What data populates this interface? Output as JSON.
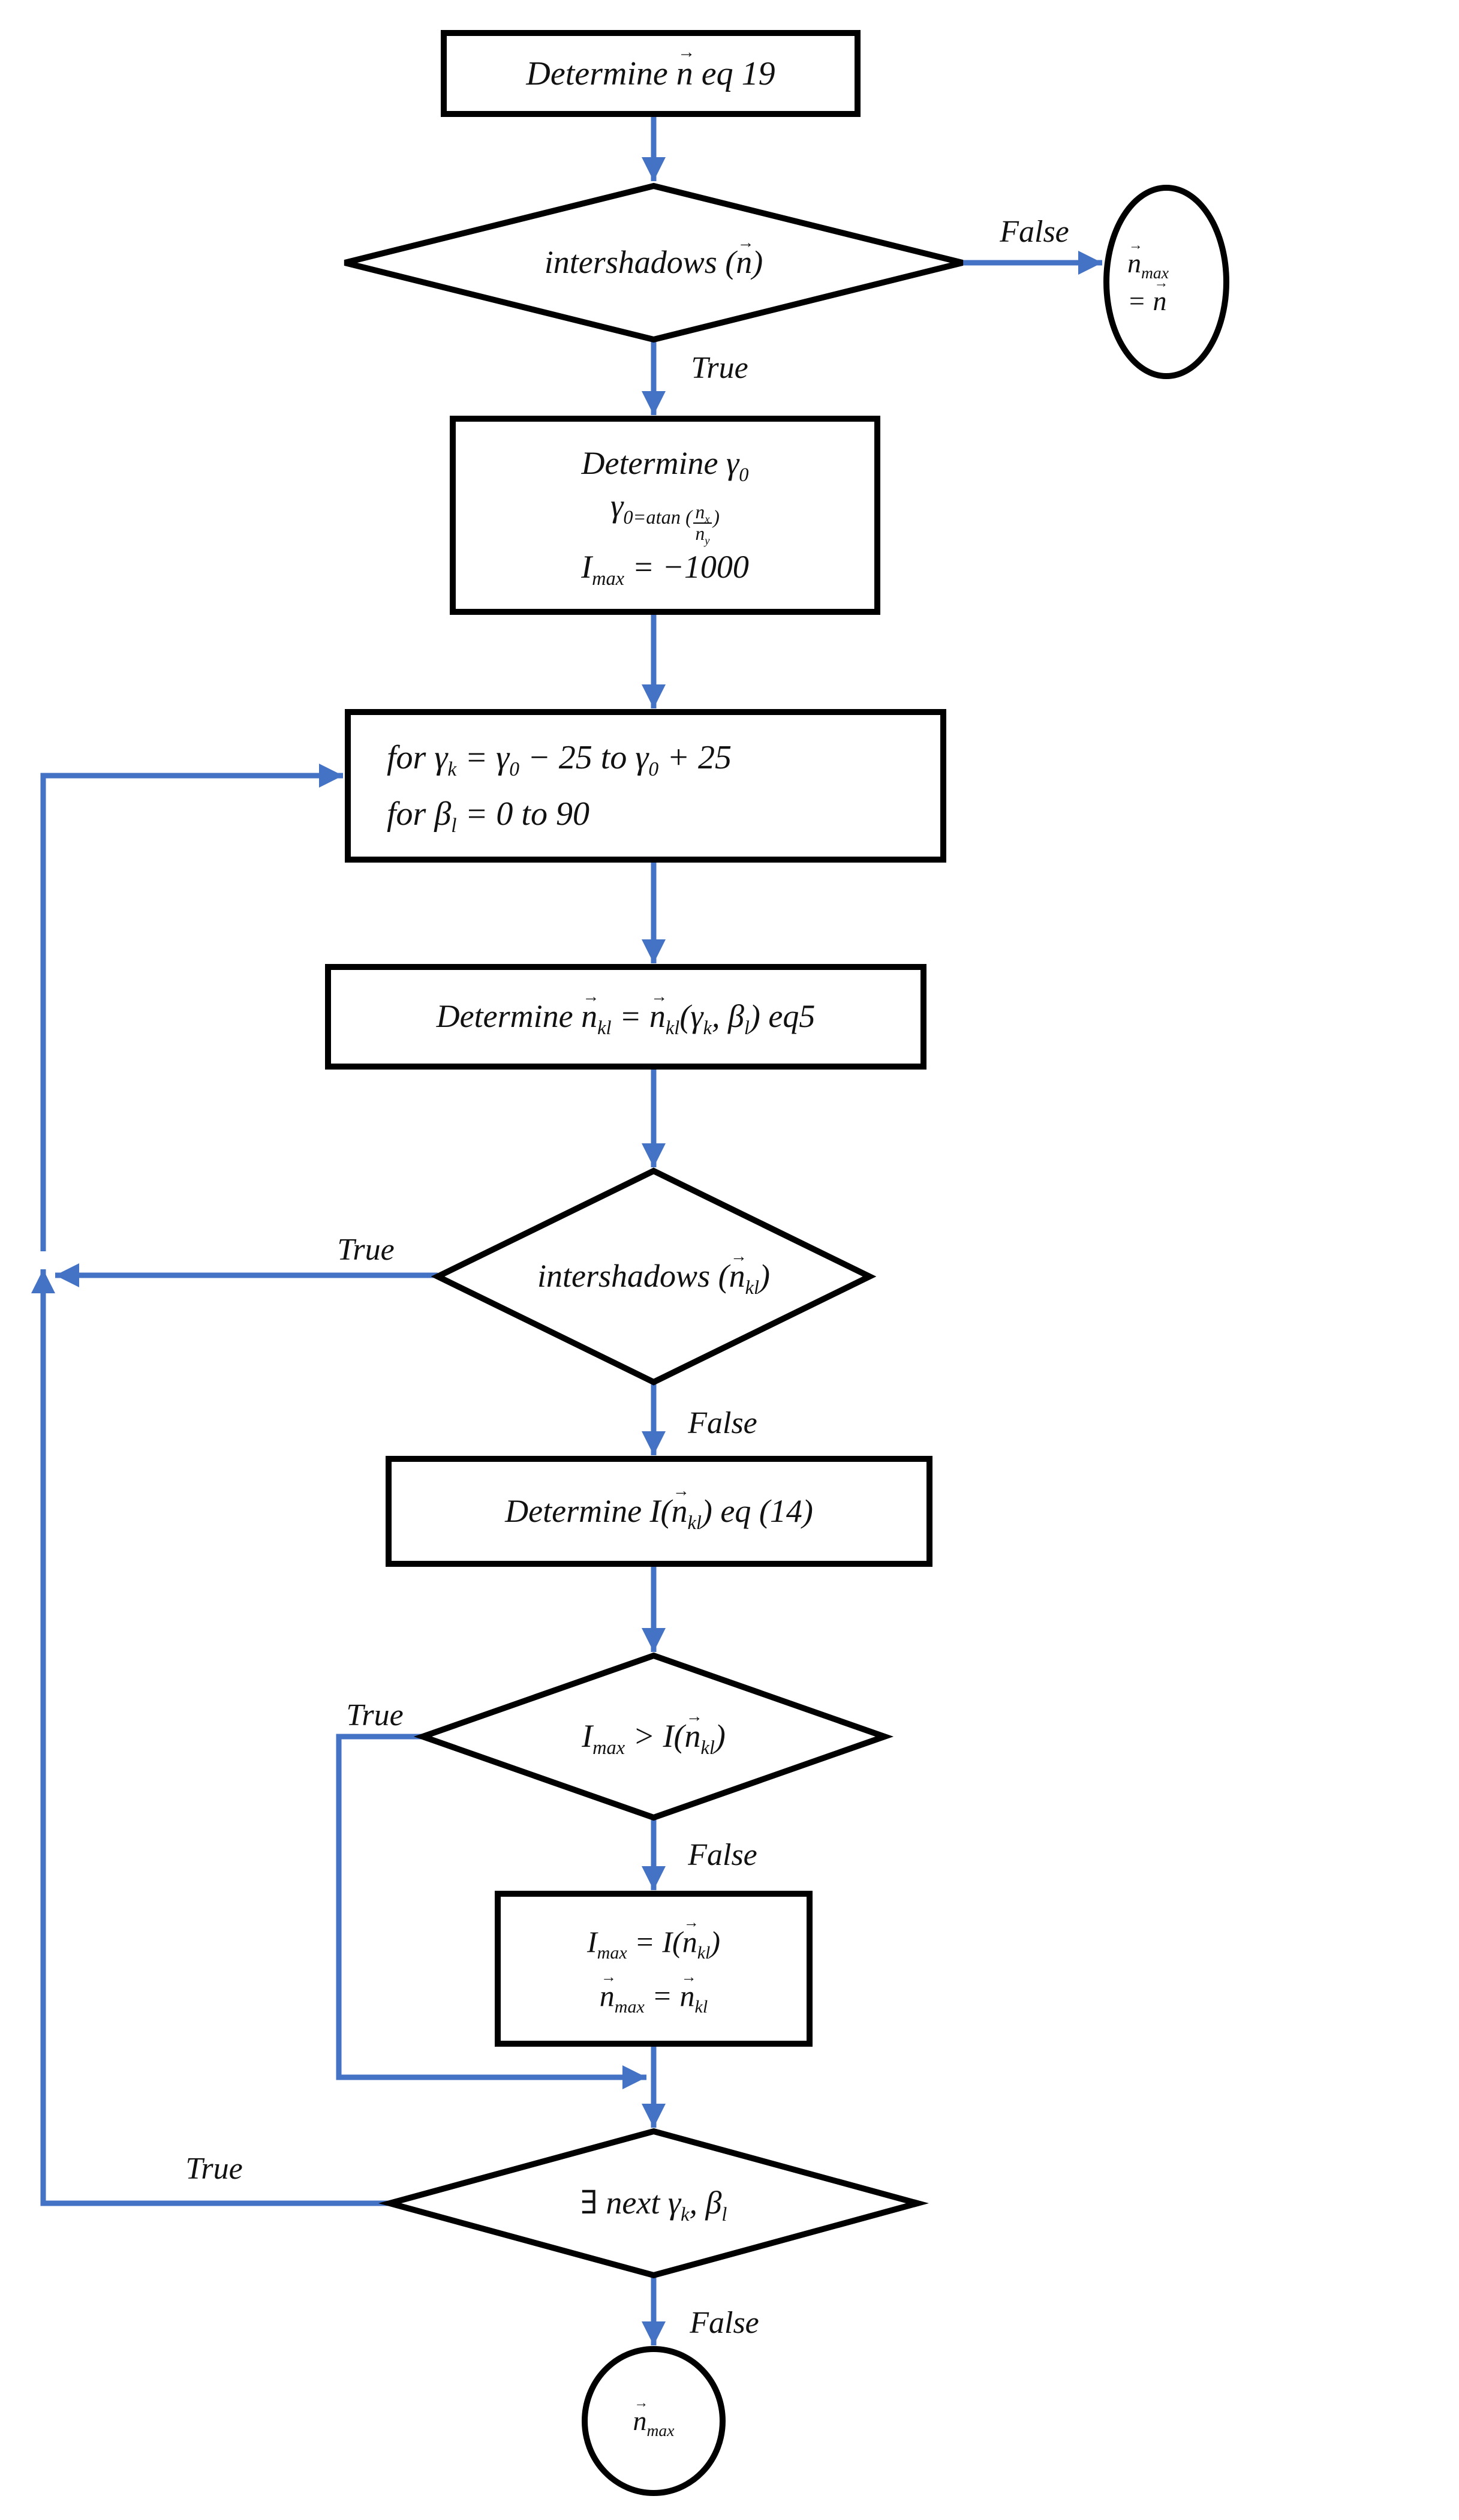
{
  "diagram": {
    "type": "flowchart",
    "colors": {
      "connector": "#4472C4",
      "shape_border": "#000000",
      "background": "#ffffff"
    },
    "notation": {
      "vector_arrow": "→"
    },
    "nodes": {
      "start_box": {
        "shape": "rectangle",
        "text_plain": "Determine n eq 19",
        "lines": [
          [
            {
              "t": "Determine "
            },
            {
              "vec": "n"
            },
            {
              "t": " eq 19"
            }
          ]
        ]
      },
      "intershadows_n_decision": {
        "shape": "diamond",
        "text_plain": "intershadows (n)",
        "lines": [
          [
            {
              "t": "intershadows ("
            },
            {
              "vec": "n"
            },
            {
              "t": ")"
            }
          ]
        ]
      },
      "nmax_equals_n_terminal": {
        "shape": "circle",
        "text_plain": "nmax = n",
        "lines": [
          [
            {
              "vec": "n",
              "sub": "max"
            }
          ],
          [
            {
              "t": "= "
            },
            {
              "vec": "n"
            }
          ]
        ]
      },
      "init_gamma0_box": {
        "shape": "rectangle",
        "text_plain": "Determine γ0 ; γ0=atan(nx/ny) ; Imax = −1000",
        "lines": [
          [
            {
              "t": "Determine γ"
            },
            {
              "sub": "0"
            }
          ],
          [
            {
              "t": "γ"
            },
            {
              "sub": "0=atan ("
            },
            {
              "frac": {
                "num": [
                  {
                    "t": "n"
                  },
                  {
                    "sub": "x"
                  }
                ],
                "den": [
                  {
                    "t": "n"
                  },
                  {
                    "sub": "y"
                  }
                ]
              }
            },
            {
              "sub": ")"
            }
          ],
          [
            {
              "t": "I"
            },
            {
              "sub": "max"
            },
            {
              "t": " = −1000"
            }
          ]
        ]
      },
      "for_loop_box": {
        "shape": "rectangle",
        "text_plain": "for γk = γ0 − 25 to γ0 + 25 ; for βl = 0 to 90",
        "lines": [
          [
            {
              "t": "for γ"
            },
            {
              "sub": "k"
            },
            {
              "t": " = γ"
            },
            {
              "sub": "0"
            },
            {
              "t": " − 25 to γ"
            },
            {
              "sub": "0"
            },
            {
              "t": " + 25"
            }
          ],
          [
            {
              "t": "for β"
            },
            {
              "sub": "l"
            },
            {
              "t": " = 0 to 90"
            }
          ]
        ]
      },
      "determine_nkl_box": {
        "shape": "rectangle",
        "text_plain": "Determine nkl = nkl(γk, βl) eq5",
        "lines": [
          [
            {
              "t": "Determine "
            },
            {
              "vec": "n",
              "sub": "kl"
            },
            {
              "t": " = "
            },
            {
              "vec": "n",
              "sub": "kl"
            },
            {
              "t": "(γ"
            },
            {
              "sub": "k"
            },
            {
              "t": ", β"
            },
            {
              "sub": "l"
            },
            {
              "t": ") eq5"
            }
          ]
        ]
      },
      "intershadows_nkl_decision": {
        "shape": "diamond",
        "text_plain": "intershadows (nkl)",
        "lines": [
          [
            {
              "t": "intershadows ("
            },
            {
              "vec": "n",
              "sub": "kl"
            },
            {
              "t": ")"
            }
          ]
        ]
      },
      "determine_intensity_box": {
        "shape": "rectangle",
        "text_plain": "Determine I(nkl) eq (14)",
        "lines": [
          [
            {
              "t": "Determine I("
            },
            {
              "vec": "n",
              "sub": "kl"
            },
            {
              "t": ") eq (14)"
            }
          ]
        ]
      },
      "imax_greater_decision": {
        "shape": "diamond",
        "text_plain": "Imax > I(nkl)",
        "lines": [
          [
            {
              "t": "I"
            },
            {
              "sub": "max"
            },
            {
              "t": " > I("
            },
            {
              "vec": "n",
              "sub": "kl"
            },
            {
              "t": ")"
            }
          ]
        ]
      },
      "update_max_box": {
        "shape": "rectangle",
        "text_plain": "Imax = I(nkl) ; nmax = nkl",
        "lines": [
          [
            {
              "t": "I"
            },
            {
              "sub": "max"
            },
            {
              "t": " = I("
            },
            {
              "vec": "n",
              "sub": "kl"
            },
            {
              "t": ")"
            }
          ],
          [
            {
              "vec": "n",
              "sub": "max"
            },
            {
              "t": " = "
            },
            {
              "vec": "n",
              "sub": "kl"
            }
          ]
        ]
      },
      "exists_next_decision": {
        "shape": "diamond",
        "text_plain": "∃ next γk, βl",
        "lines": [
          [
            {
              "t": "∃ next γ"
            },
            {
              "sub": "k"
            },
            {
              "t": ", β"
            },
            {
              "sub": "l"
            }
          ]
        ]
      },
      "nmax_terminal": {
        "shape": "circle",
        "text_plain": "nmax",
        "lines": [
          [
            {
              "vec": "n",
              "sub": "max"
            }
          ]
        ]
      }
    },
    "edge_labels": {
      "intershadows_false": "False",
      "intershadows_true": "True",
      "intershadows_nkl_true": "True",
      "intershadows_nkl_false": "False",
      "imax_true": "True",
      "imax_false": "False",
      "exists_true": "True",
      "exists_false": "False"
    }
  }
}
